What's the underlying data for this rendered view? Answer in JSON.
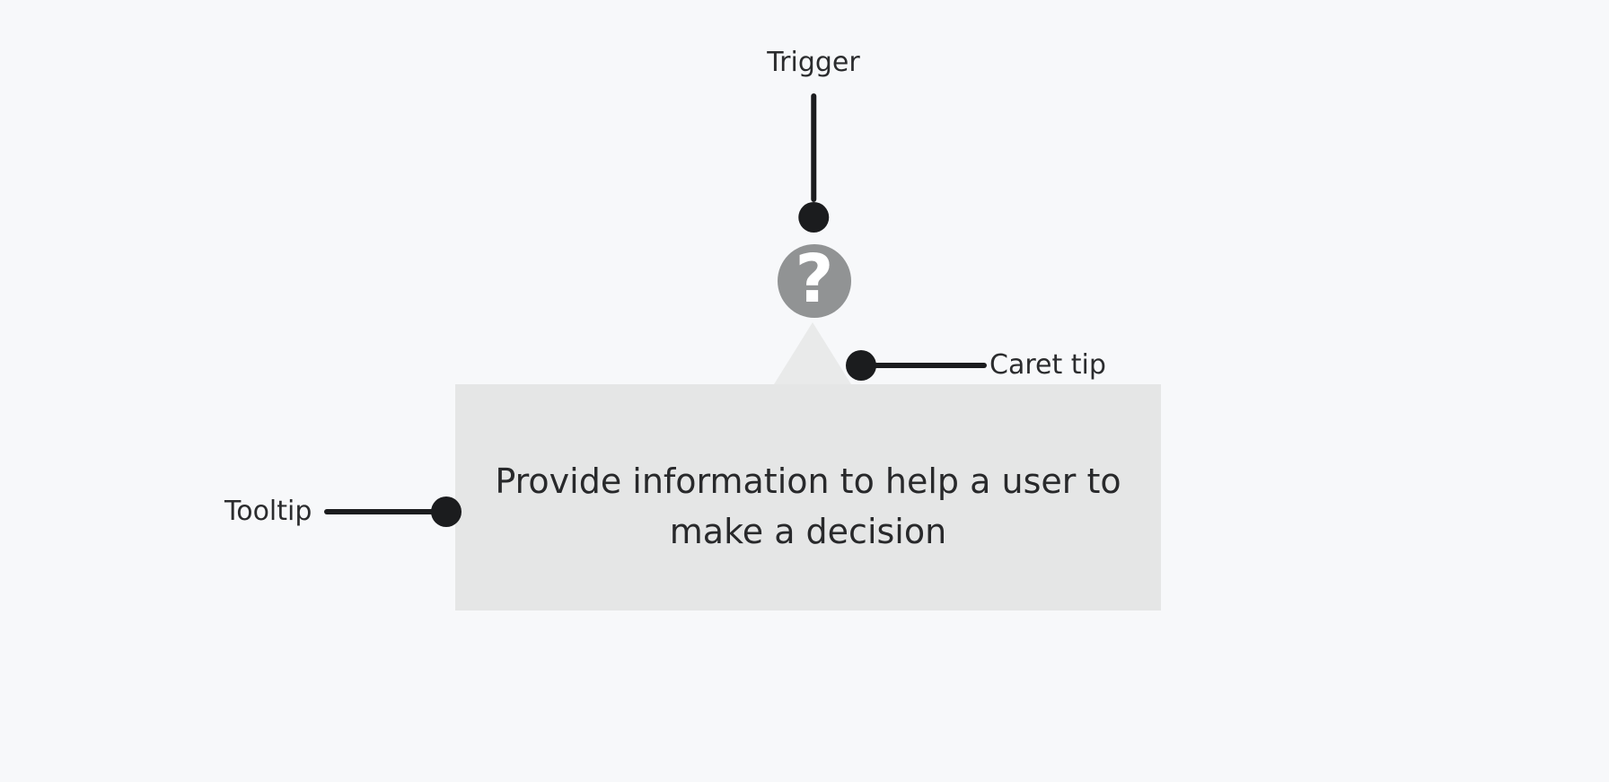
{
  "annotations": {
    "trigger": "Trigger",
    "caret_tip": "Caret tip",
    "tooltip": "Tooltip"
  },
  "trigger": {
    "icon_glyph": "?"
  },
  "tooltip": {
    "text": "Provide information to help a user to make a decision",
    "text_lines": [
      "Provide information to help a user to",
      "make a decision"
    ]
  },
  "colors": {
    "background": "#f7f8fa",
    "tooltip_bg": "#e5e6e6",
    "caret_bg": "#e9eaea",
    "trigger_icon_bg": "#919394",
    "annotation_ink": "#1b1c1e",
    "text_color": "#28292b"
  }
}
